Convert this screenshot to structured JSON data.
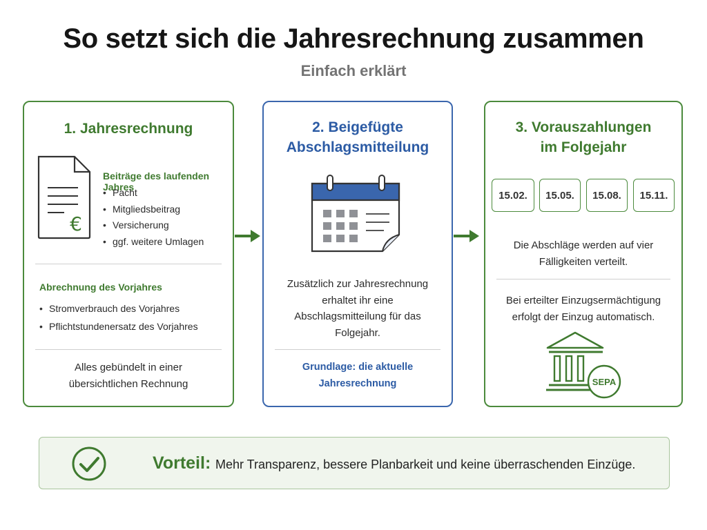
{
  "header": {
    "title": "So setzt sich die Jahresrechnung zusammen",
    "subtitle": "Einfach erklärt"
  },
  "card1": {
    "title": "1. Jahresrechnung",
    "fees_heading": "Beiträge des laufenden Jahres",
    "fees": [
      "Pacht",
      "Mitgliedsbeitrag",
      "Versicherung",
      "ggf. weitere Umlagen"
    ],
    "prev_heading": "Abrechnung des Vorjahres",
    "prev_items": [
      "Stromverbrauch des Vorjahres",
      "Pflichtstundenersatz des Vorjahres"
    ],
    "footer_line1": "Alles gebündelt in einer",
    "footer_line2": "übersichtlichen Rechnung",
    "euro_symbol": "€"
  },
  "card2": {
    "title_line1": "2. Beigefügte",
    "title_line2": "Abschlagsmitteilung",
    "body_lines": [
      "Zusätzlich zur Jahresrechnung",
      "erhaltet ihr eine",
      "Abschlagsmitteilung für das",
      "Folgejahr."
    ],
    "basis_line1": "Grundlage: die aktuelle",
    "basis_line2": "Jahresrechnung"
  },
  "card3": {
    "title_line1": "3. Vorauszahlungen",
    "title_line2": "im Folgejahr",
    "dates": [
      "15.02.",
      "15.05.",
      "15.08.",
      "15.11."
    ],
    "dates_text_line1": "Die Abschläge werden auf vier",
    "dates_text_line2": "Fälligkeiten verteilt.",
    "sepa_text_line1": "Bei erteilter Einzugsermächtigung",
    "sepa_text_line2": "erfolgt der Einzug automatisch.",
    "sepa_badge": "SEPA"
  },
  "banner": {
    "label": "Vorteil:",
    "text": "Mehr Transparenz, bessere Planbarkeit und keine überraschenden Einzüge."
  },
  "icons": [
    "document-euro-icon",
    "calendar-icon",
    "bank-icon",
    "checkmark-circle-icon",
    "arrow-right-icon"
  ],
  "colors": {
    "green": "#3f7a2f",
    "green_border": "#4b8a3c",
    "blue": "#2c5ba4",
    "blue_border": "#3a66ad",
    "banner_bg": "#f0f5ed"
  }
}
